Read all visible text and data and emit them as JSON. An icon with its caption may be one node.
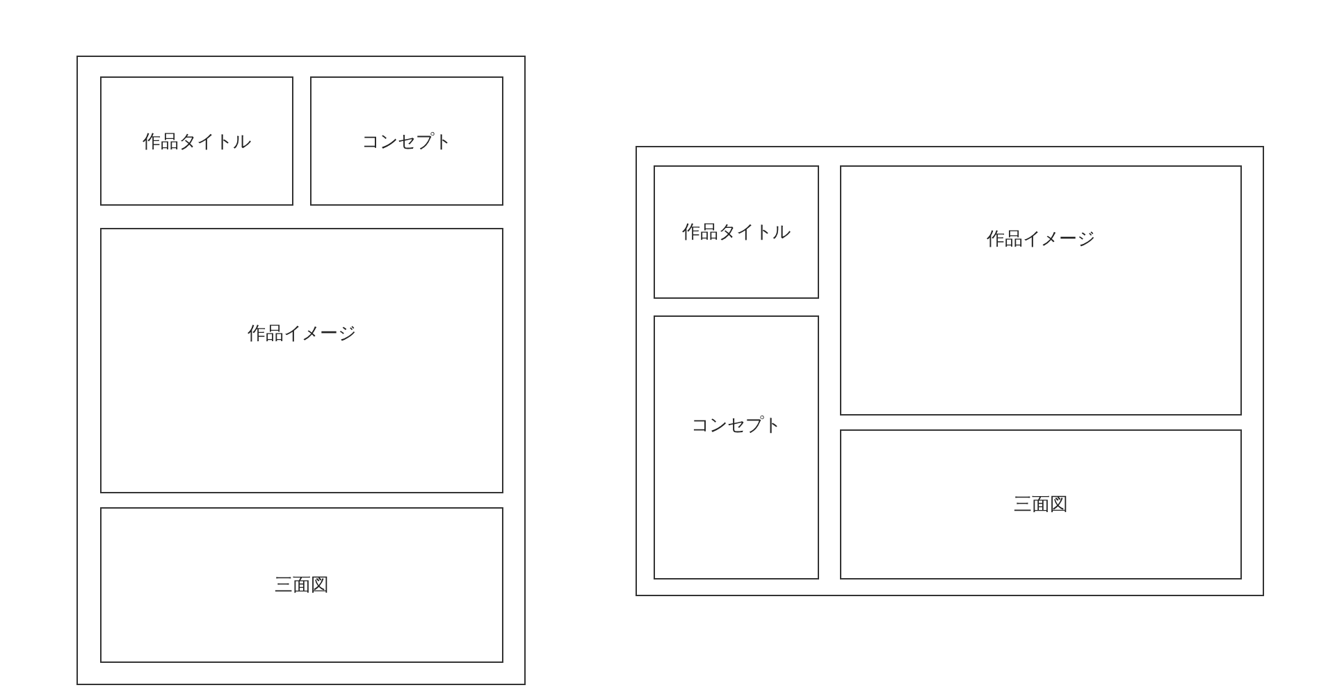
{
  "diagram": {
    "nodes": [
      {
        "text": [],
        "shape": "box"
      },
      {
        "text": [
          "作品タイトル"
        ],
        "in": 0
      },
      {
        "text": [
          "コンセプト"
        ],
        "in": 0
      },
      {
        "text": [
          "作品イメージ"
        ],
        "in": 0
      },
      {
        "text": [
          "三面図"
        ],
        "in": 0
      },
      {
        "text": [],
        "shape": "box"
      },
      {
        "text": [
          "作品タイトル"
        ],
        "in": 5
      },
      {
        "text": [
          "作品イメージ"
        ],
        "in": 5
      },
      {
        "text": [
          "コンセプト"
        ],
        "in": 5
      },
      {
        "text": [
          "三面図"
        ],
        "in": 5
      }
    ]
  }
}
